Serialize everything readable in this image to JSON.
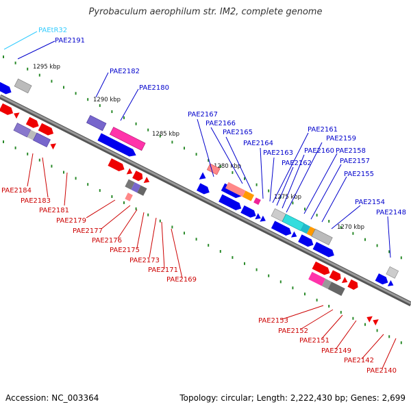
{
  "title": "Pyrobaculum aerophilum str. IM2, complete genome",
  "footer": {
    "accession": "Accession: NC_003364",
    "summary": "Topology: circular; Length: 2,222,430 bp; Genes: 2,699"
  },
  "colors": {
    "blue_label": "#0000cc",
    "red_label": "#cc0000",
    "cyan_label": "#33ccff",
    "backbone": "#888888",
    "tick": "#2a8a2a"
  },
  "kbp_labels": [
    "1295 kbp",
    "1290 kbp",
    "1285 kbp",
    "1280 kbp",
    "1275 kbp",
    "1270 kbp"
  ],
  "top_labels": [
    "PAEtR32",
    "PAE2191",
    "PAE2182",
    "PAE2180",
    "PAE2167",
    "PAE2166",
    "PAE2165",
    "PAE2164",
    "PAE2163",
    "PAE2162",
    "PAE2161",
    "PAE2160",
    "PAE2159",
    "PAE2158",
    "PAE2157",
    "PAE2155",
    "PAE2154",
    "PAE2148"
  ],
  "bottom_labels": [
    "PAE2184",
    "PAE2183",
    "PAE2181",
    "PAE2179",
    "PAE2177",
    "PAE2176",
    "PAE2175",
    "PAE2173",
    "PAE2171",
    "PAE2169",
    "PAE2153",
    "PAE2152",
    "PAE2151",
    "PAE2149",
    "PAE2142",
    "PAE2140"
  ]
}
